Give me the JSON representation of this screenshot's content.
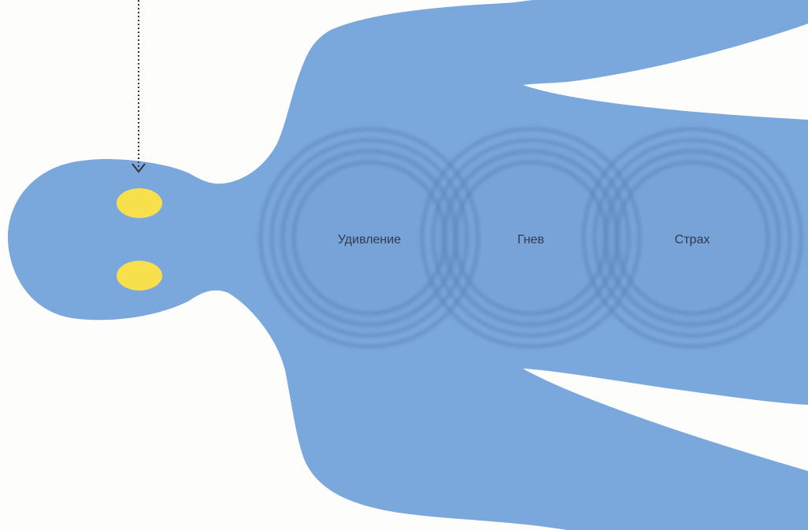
{
  "colors": {
    "background": "#fdfdfb",
    "body": "#7aa7dc",
    "ring": "#5a84b8",
    "spot": "#f7e04b",
    "arrow": "#333333",
    "label": "#2f3b4a"
  },
  "figure": {
    "orientation": "horizontal-head-left",
    "spots": [
      {
        "icon": "yellow-oval",
        "count": 2
      }
    ],
    "arrow": {
      "style": "dotted",
      "direction": "down",
      "target": "upper-spot"
    }
  },
  "zones": [
    {
      "id": "surprise",
      "label": "Удивление",
      "rings": 4
    },
    {
      "id": "anger",
      "label": "Гнев",
      "rings": 4
    },
    {
      "id": "fear",
      "label": "Страх",
      "rings": 4
    }
  ]
}
